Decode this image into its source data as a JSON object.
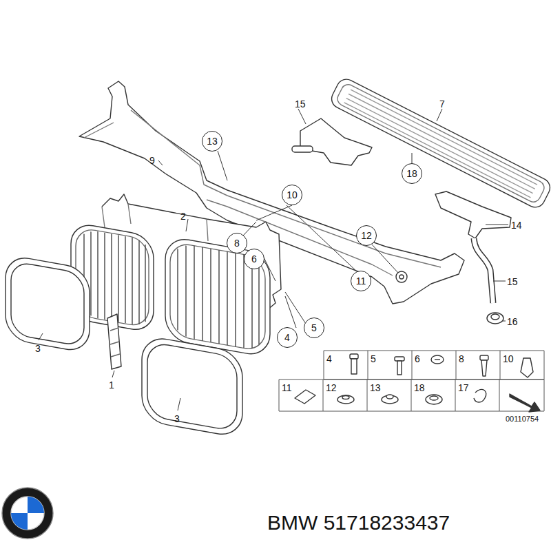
{
  "diagram": {
    "nodes": [
      {
        "text": [
          "13"
        ]
      },
      {
        "text": [
          "18"
        ]
      },
      {
        "text": [
          "10"
        ]
      },
      {
        "text": [
          "12"
        ]
      },
      {
        "text": [
          "8"
        ]
      },
      {
        "text": [
          "6"
        ]
      },
      {
        "text": [
          "11"
        ]
      },
      {
        "text": [
          "5"
        ]
      },
      {
        "text": [
          "4"
        ]
      }
    ],
    "labels": [
      "15",
      "7",
      "9",
      "2",
      "14",
      "15",
      "16",
      "3",
      "1",
      "3",
      "4",
      "5",
      "6",
      "8",
      "10",
      "11",
      "12",
      "13",
      "18",
      "17",
      "00110754",
      "BMW 51718233437"
    ]
  }
}
